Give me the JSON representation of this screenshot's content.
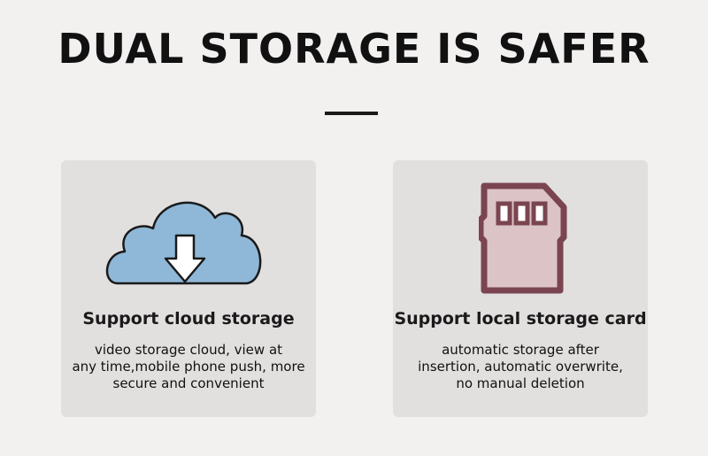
{
  "header": {
    "title": "DUAL STORAGE IS SAFER"
  },
  "cards": [
    {
      "icon": "cloud-download-icon",
      "icon_color": "#8fb8d8",
      "title": "Support cloud storage",
      "desc_lines": [
        "video storage cloud, view at",
        "any time,mobile phone push, more",
        "secure and convenient"
      ]
    },
    {
      "icon": "sd-card-icon",
      "icon_color": "#7a4550",
      "title": "Support local storage card",
      "desc_lines": [
        "automatic storage after",
        "insertion, automatic overwrite,",
        "no manual deletion"
      ]
    }
  ]
}
